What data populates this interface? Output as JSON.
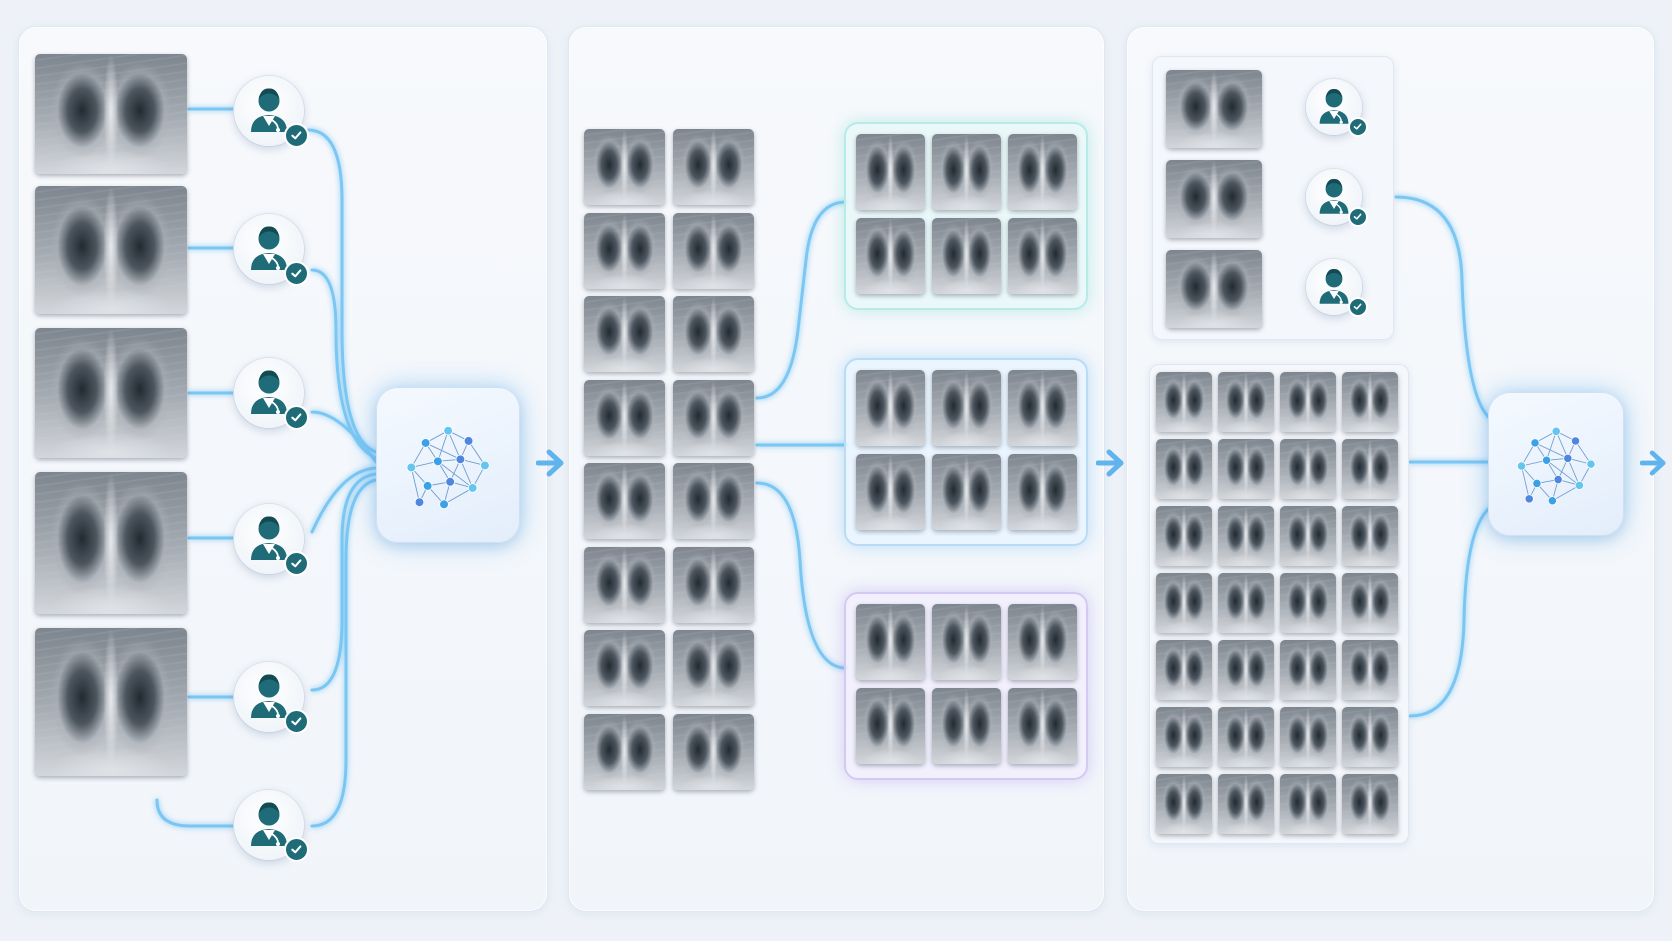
{
  "diagram": {
    "stage_1": {
      "xray_count": 5,
      "annotator_count": 6,
      "model_icon": "neural-network-icon"
    },
    "stage_2": {
      "xray_grid": {
        "rows": 8,
        "cols": 2
      },
      "clusters": [
        {
          "color": "#b7ece6",
          "rows": 2,
          "cols": 3
        },
        {
          "color": "#b9dcf6",
          "rows": 2,
          "cols": 3
        },
        {
          "color": "#d4c9f3",
          "rows": 2,
          "cols": 3
        }
      ]
    },
    "stage_3": {
      "annotated_count": 3,
      "xray_grid": {
        "rows": 7,
        "cols": 4
      },
      "model_icon": "neural-network-icon"
    },
    "icons": {
      "annotator": "doctor-icon",
      "approved": "checkmark-icon",
      "flow": "arrow-right-icon"
    },
    "colors": {
      "connector": "#6ec1f2",
      "annotator_badge": "#1f6b78",
      "network_node": "#3aa0e8"
    }
  }
}
